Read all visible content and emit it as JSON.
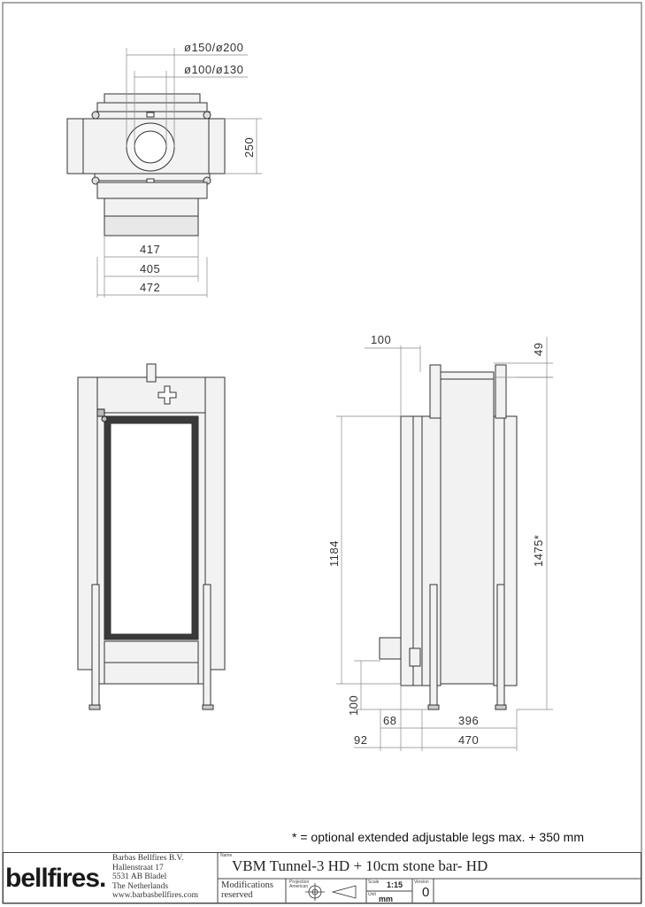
{
  "drawing": {
    "top_view": {
      "dim_flue_outer": "ø150/ø200",
      "dim_flue_inner": "ø100/ø130",
      "dim_depth": "250",
      "dim_417": "417",
      "dim_405": "405",
      "dim_472": "472"
    },
    "side_view": {
      "dim_100_top": "100",
      "dim_49": "49",
      "dim_1184": "1184",
      "dim_1475": "1475*",
      "dim_100_bottom": "100",
      "dim_68": "68",
      "dim_396": "396",
      "dim_92": "92",
      "dim_470": "470"
    },
    "note": "* = optional extended adjustable legs max. + 350 mm"
  },
  "title_block": {
    "logo": "bellfires.",
    "address_lines": [
      "Barbas Bellfires B.V.",
      "Hallenstraat 17",
      "5531 AB Bladel",
      "The Netherlands",
      "www.barbasbellfires.com"
    ],
    "name_label": "Name",
    "name": "VBM Tunnel-3 HD + 10cm stone bar- HD",
    "modifications": [
      "Modifications",
      "reserved"
    ],
    "projection_label": [
      "Projection",
      "American"
    ],
    "scale_label": "Scale",
    "scale": "1:15",
    "unit_label": "Unit",
    "unit": "mm",
    "version_label": "Version",
    "version": "0"
  },
  "colors": {
    "line": "#333333",
    "fill": "#f2f2f2",
    "glass": "#ffffff",
    "frame": "#3a3a3a",
    "dim_line": "#888888"
  }
}
